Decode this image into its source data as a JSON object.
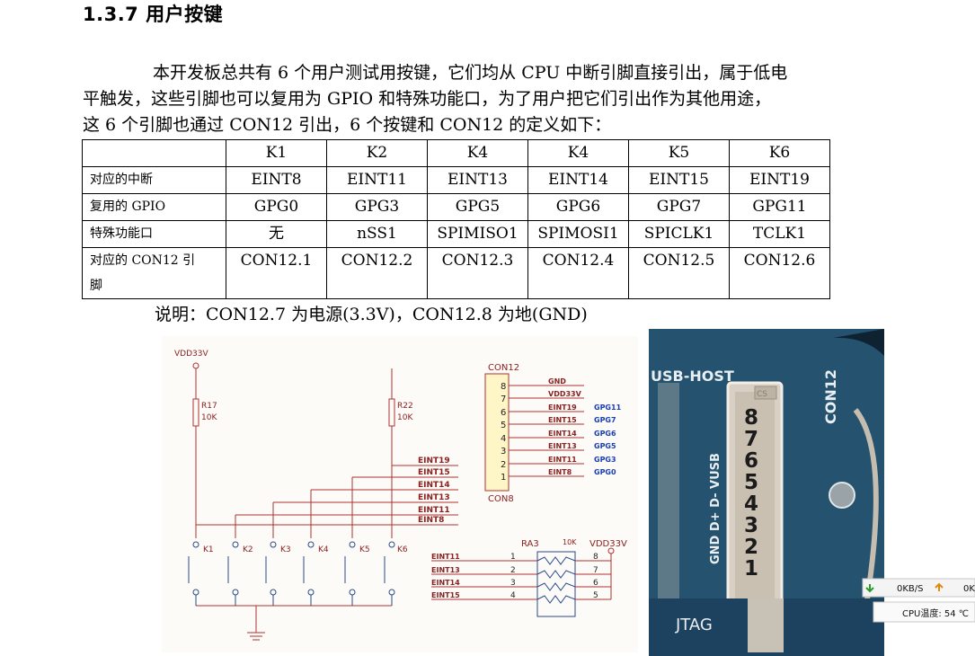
{
  "section": {
    "title": "1.3.7  用户按键"
  },
  "paragraph": {
    "line1": "本开发板总共有 6 个用户测试用按键，它们均从 CPU 中断引脚直接引出，属于低电",
    "line2": "平触发，这些引脚也可以复用为 GPIO 和特殊功能口，为了用户把它们引出作为其他用途，",
    "line3": "这 6 个引脚也通过 CON12 引出，6 个按键和 CON12 的定义如下："
  },
  "table": {
    "headers": [
      "",
      "K1",
      "K2",
      "K4",
      "K4",
      "K5",
      "K6"
    ],
    "rows": [
      {
        "label": "对应的中断",
        "cells": [
          "EINT8",
          "EINT11",
          "EINT13",
          "EINT14",
          "EINT15",
          "EINT19"
        ]
      },
      {
        "label": "复用的 GPIO",
        "cells": [
          "GPG0",
          "GPG3",
          "GPG5",
          "GPG6",
          "GPG7",
          "GPG11"
        ]
      },
      {
        "label": "特殊功能口",
        "cells": [
          "无",
          "nSS1",
          "SPIMISO1",
          "SPIMOSI1",
          "SPICLK1",
          "TCLK1"
        ]
      },
      {
        "label_line1": "对应的  CON12  引",
        "label_line2": "脚",
        "cells": [
          "CON12.1",
          "CON12.2",
          "CON12.3",
          "CON12.4",
          "CON12.5",
          "CON12.6"
        ]
      }
    ]
  },
  "note": "说明：CON12.7  为电源(3.3V)，CON12.8 为地(GND)",
  "schematic": {
    "vdd_left": "VDD33V",
    "r17": "R17",
    "r17_val": "10K",
    "r22": "R22",
    "r22_val": "10K",
    "eint_bus": [
      "EINT19",
      "EINT15",
      "EINT14",
      "EINT13",
      "EINT11",
      "EINT8"
    ],
    "keys": [
      "K1",
      "K2",
      "K3",
      "K4",
      "K5",
      "K6"
    ],
    "con12_title": "CON12",
    "con8_label": "CON8",
    "con_pins": [
      "8",
      "7",
      "6",
      "5",
      "4",
      "3",
      "2",
      "1"
    ],
    "con_nets": [
      "GND",
      "VDD33V",
      "EINT19",
      "EINT15",
      "EINT14",
      "EINT13",
      "EINT11",
      "EINT8"
    ],
    "con_gpio": [
      "GPG11",
      "GPG7",
      "GPG6",
      "GPG5",
      "GPG3",
      "GPG0"
    ],
    "ra3_label": "RA3",
    "ra3_val": "10K",
    "vdd_right": "VDD33V",
    "ra_nets": [
      "EINT11",
      "EINT13",
      "EINT14",
      "EINT15"
    ],
    "ra_left_pins": [
      "1",
      "2",
      "3",
      "4"
    ],
    "ra_right_pins": [
      "8",
      "7",
      "6",
      "5"
    ]
  },
  "photo": {
    "usb_host": "USB-HOST",
    "con12": "CON12",
    "vusb": "GND D+ D- VUSB",
    "digits": [
      "8",
      "7",
      "6",
      "5",
      "4",
      "3",
      "2",
      "1"
    ],
    "jtag": "JTAG",
    "hole": "CS"
  },
  "tray": {
    "down_rate": "0KB/S",
    "up_rate": "0K",
    "cpu_temp": "CPU温度: 54 ℃"
  }
}
